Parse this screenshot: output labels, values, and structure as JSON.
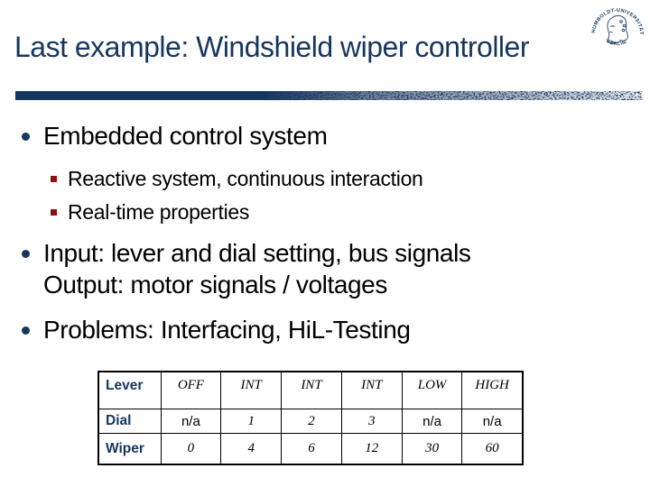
{
  "slide": {
    "title": "Last example: Windshield wiper controller",
    "logo": {
      "arc_top": "HUMBOLDT-UNIVERSITÄT",
      "arc_bottom": "·BERLIN·"
    },
    "bullets": [
      {
        "level": 1,
        "text": "Embedded control system"
      },
      {
        "level": 2,
        "text": "Reactive system, continuous interaction"
      },
      {
        "level": 2,
        "text": "Real-time properties"
      },
      {
        "level": 1,
        "text": "Input: lever and dial setting, bus signals"
      },
      {
        "level": 1,
        "continuation": true,
        "text": "Output: motor signals / voltages"
      },
      {
        "level": 1,
        "text": "Problems: Interfacing, HiL-Testing"
      }
    ],
    "table": {
      "rows": [
        {
          "label": "Lever",
          "values": [
            "OFF",
            "INT",
            "INT",
            "INT",
            "LOW",
            "HIGH"
          ]
        },
        {
          "label": "Dial",
          "values": [
            "n/a",
            "1",
            "2",
            "3",
            "n/a",
            "n/a"
          ]
        },
        {
          "label": "Wiper",
          "values": [
            "0",
            "4",
            "6",
            "12",
            "30",
            "60"
          ]
        }
      ]
    },
    "colors": {
      "navy": "#17365D",
      "maroon": "#8C1212",
      "text": "#000000",
      "border": "#000000",
      "background": "#FFFFFF"
    }
  }
}
